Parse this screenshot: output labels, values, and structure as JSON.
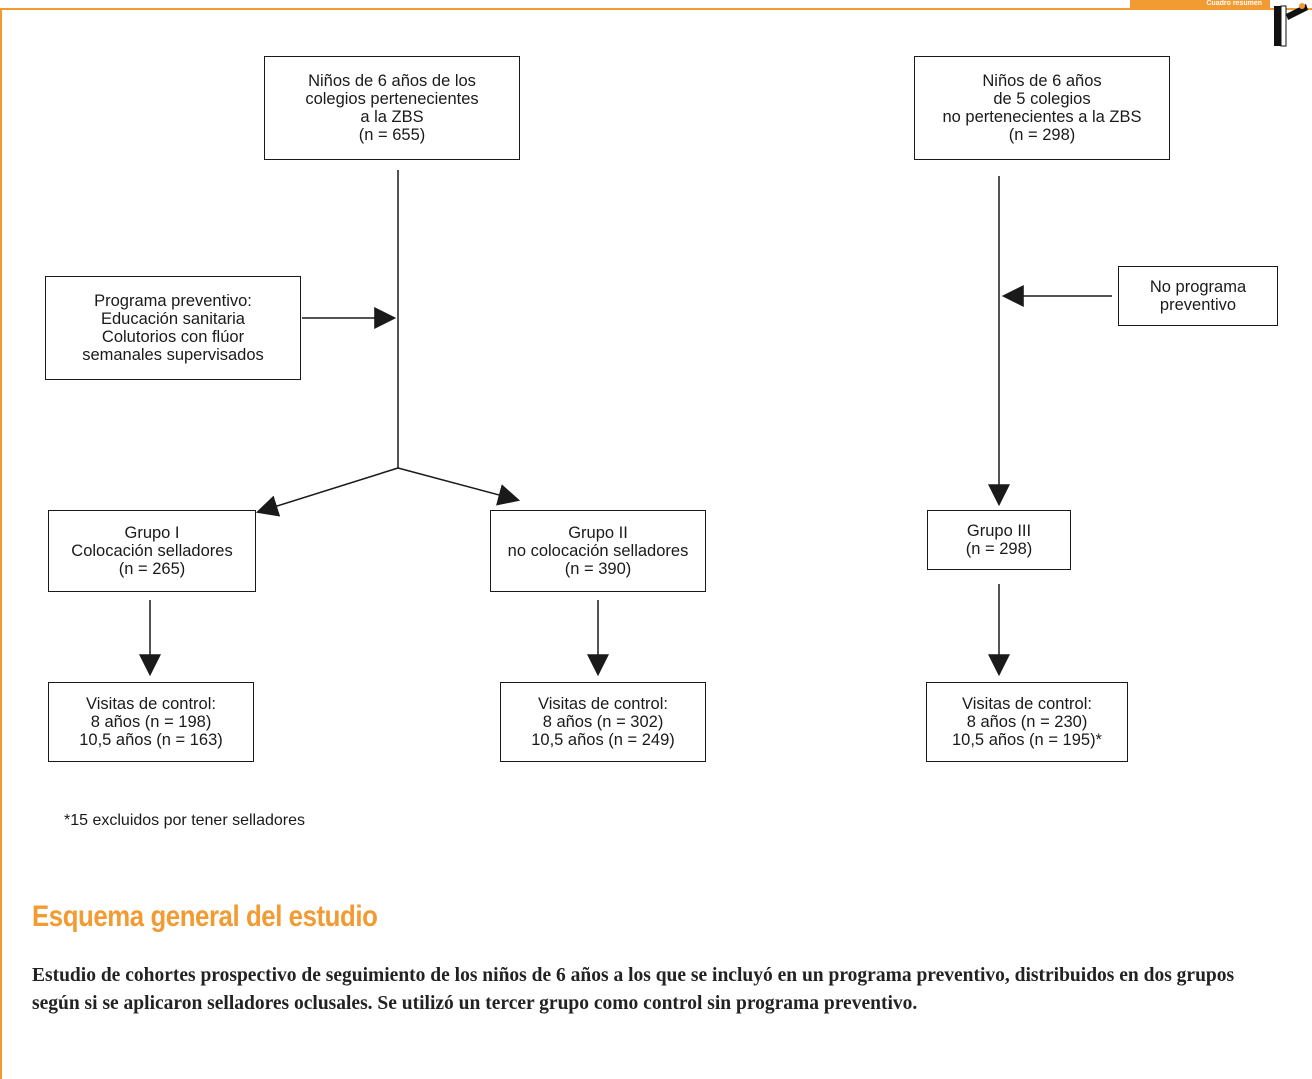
{
  "header": {
    "tag": "Cuadro resumen"
  },
  "diagram": {
    "box_start_zbs": [
      "Niños de 6 años de los",
      "colegios pertenecientes",
      "a la ZBS",
      "(n = 655)"
    ],
    "box_start_control": [
      "Niños de 6 años",
      "de 5 colegios",
      "no pertenecientes a la ZBS",
      "(n = 298)"
    ],
    "box_program": [
      "Programa preventivo:",
      "Educación sanitaria",
      "Colutorios con flúor",
      "semanales supervisados"
    ],
    "box_no_program": [
      "No programa",
      "preventivo"
    ],
    "box_group1": [
      "Grupo I",
      "Colocación selladores",
      "(n = 265)"
    ],
    "box_group2": [
      "Grupo II",
      "no colocación selladores",
      "(n = 390)"
    ],
    "box_group3": [
      "Grupo III",
      "(n = 298)"
    ],
    "box_visits1": [
      "Visitas de control:",
      "8 años (n = 198)",
      "10,5 años (n = 163)"
    ],
    "box_visits2": [
      "Visitas de control:",
      "8 años (n = 302)",
      "10,5 años (n = 249)"
    ],
    "box_visits3": [
      "Visitas de control:",
      "8 años (n = 230)",
      "10,5 años (n = 195)*"
    ]
  },
  "footnote": "*15 excluidos por tener selladores",
  "section_title": "Esquema general del estudio",
  "summary": "Estudio de cohortes prospectivo de seguimiento de los niños de 6 años a los que se incluyó en un programa preventivo, distribuidos en dos grupos según si se aplicaron selladores oclusales. Se utilizó un tercer grupo como control sin programa preventivo.",
  "colors": {
    "accent": "#f39b33",
    "line": "#1a1a1a"
  }
}
